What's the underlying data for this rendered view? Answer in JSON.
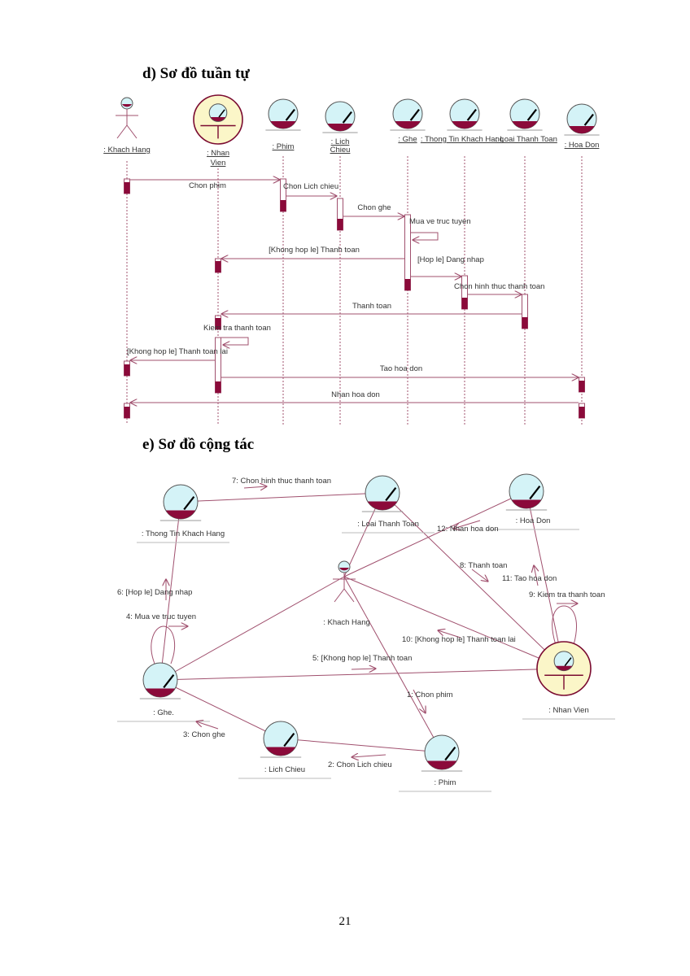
{
  "sequence": {
    "title": "d)  Sơ đồ tuần tự",
    "objects": [
      {
        "label": ": Khach Hang",
        "kind": "actor"
      },
      {
        "label": ": Nhan Vien",
        "kind": "control"
      },
      {
        "label": ": Phim",
        "kind": "entity"
      },
      {
        "label": ": Lich Chieu",
        "kind": "entity"
      },
      {
        "label": ": Ghe",
        "kind": "entity"
      },
      {
        "label": ": Thong Tin Khach Hang",
        "kind": "entity"
      },
      {
        "label": ": Loai Thanh Toan",
        "kind": "entity"
      },
      {
        "label": ": Hoa Don",
        "kind": "entity"
      }
    ],
    "messages": [
      {
        "label": "Chon phim",
        "from": 0,
        "to": 2
      },
      {
        "label": "Chon Lich chieu",
        "from": 2,
        "to": 3
      },
      {
        "label": "Chon ghe",
        "from": 3,
        "to": 4
      },
      {
        "label": "Mua ve truc tuyen",
        "from": 4,
        "to": 4
      },
      {
        "label": "[Khong hop le] Thanh toan",
        "from": 4,
        "to": 1
      },
      {
        "label": "[Hop le] Dang nhap",
        "from": 4,
        "to": 5
      },
      {
        "label": "Chon hinh thuc thanh toan",
        "from": 5,
        "to": 6
      },
      {
        "label": "Thanh toan",
        "from": 6,
        "to": 1
      },
      {
        "label": "Kiem tra thanh toan",
        "from": 1,
        "to": 1
      },
      {
        "label": "[Khong hop le] Thanh toan lai",
        "from": 1,
        "to": 0
      },
      {
        "label": "Tao hoa don",
        "from": 1,
        "to": 7
      },
      {
        "label": "Nhan hoa don",
        "from": 7,
        "to": 0
      }
    ]
  },
  "collaboration": {
    "title": "e)  Sơ đồ cộng tác",
    "objects": [
      {
        "id": "ttkh",
        "label": ": Thong Tin Khach Hang",
        "kind": "entity"
      },
      {
        "id": "ltt",
        "label": ": Loai Thanh Toan",
        "kind": "entity"
      },
      {
        "id": "hd",
        "label": ": Hoa Don",
        "kind": "entity"
      },
      {
        "id": "kh",
        "label": ": Khach Hang",
        "kind": "actor"
      },
      {
        "id": "ghe",
        "label": ": Ghe.",
        "kind": "entity"
      },
      {
        "id": "nv",
        "label": ": Nhan Vien",
        "kind": "control"
      },
      {
        "id": "lc",
        "label": ": Lich Chieu",
        "kind": "entity"
      },
      {
        "id": "phim",
        "label": ": Phim",
        "kind": "entity"
      }
    ],
    "messages": [
      {
        "label": "1: Chon phim"
      },
      {
        "label": "2: Chon Lich chieu"
      },
      {
        "label": "3: Chon ghe"
      },
      {
        "label": "4: Mua ve truc tuyen"
      },
      {
        "label": "5: [Khong hop le] Thanh toan"
      },
      {
        "label": "6: [Hop le] Dang nhap"
      },
      {
        "label": "7: Chon hinh thuc thanh toan"
      },
      {
        "label": "8: Thanh toan"
      },
      {
        "label": "9: Kiem tra thanh toan"
      },
      {
        "label": "10: [Khong hop le] Thanh toan lai"
      },
      {
        "label": "11: Tao hoa don"
      },
      {
        "label": "12: Nhan hoa don"
      }
    ]
  },
  "colors": {
    "line": "#a0506e",
    "activation": "#8b0a3a",
    "entity_fill": "#d4f3f7",
    "control_fill": "#fbf6c8",
    "text": "#333333"
  },
  "page_number": "21"
}
